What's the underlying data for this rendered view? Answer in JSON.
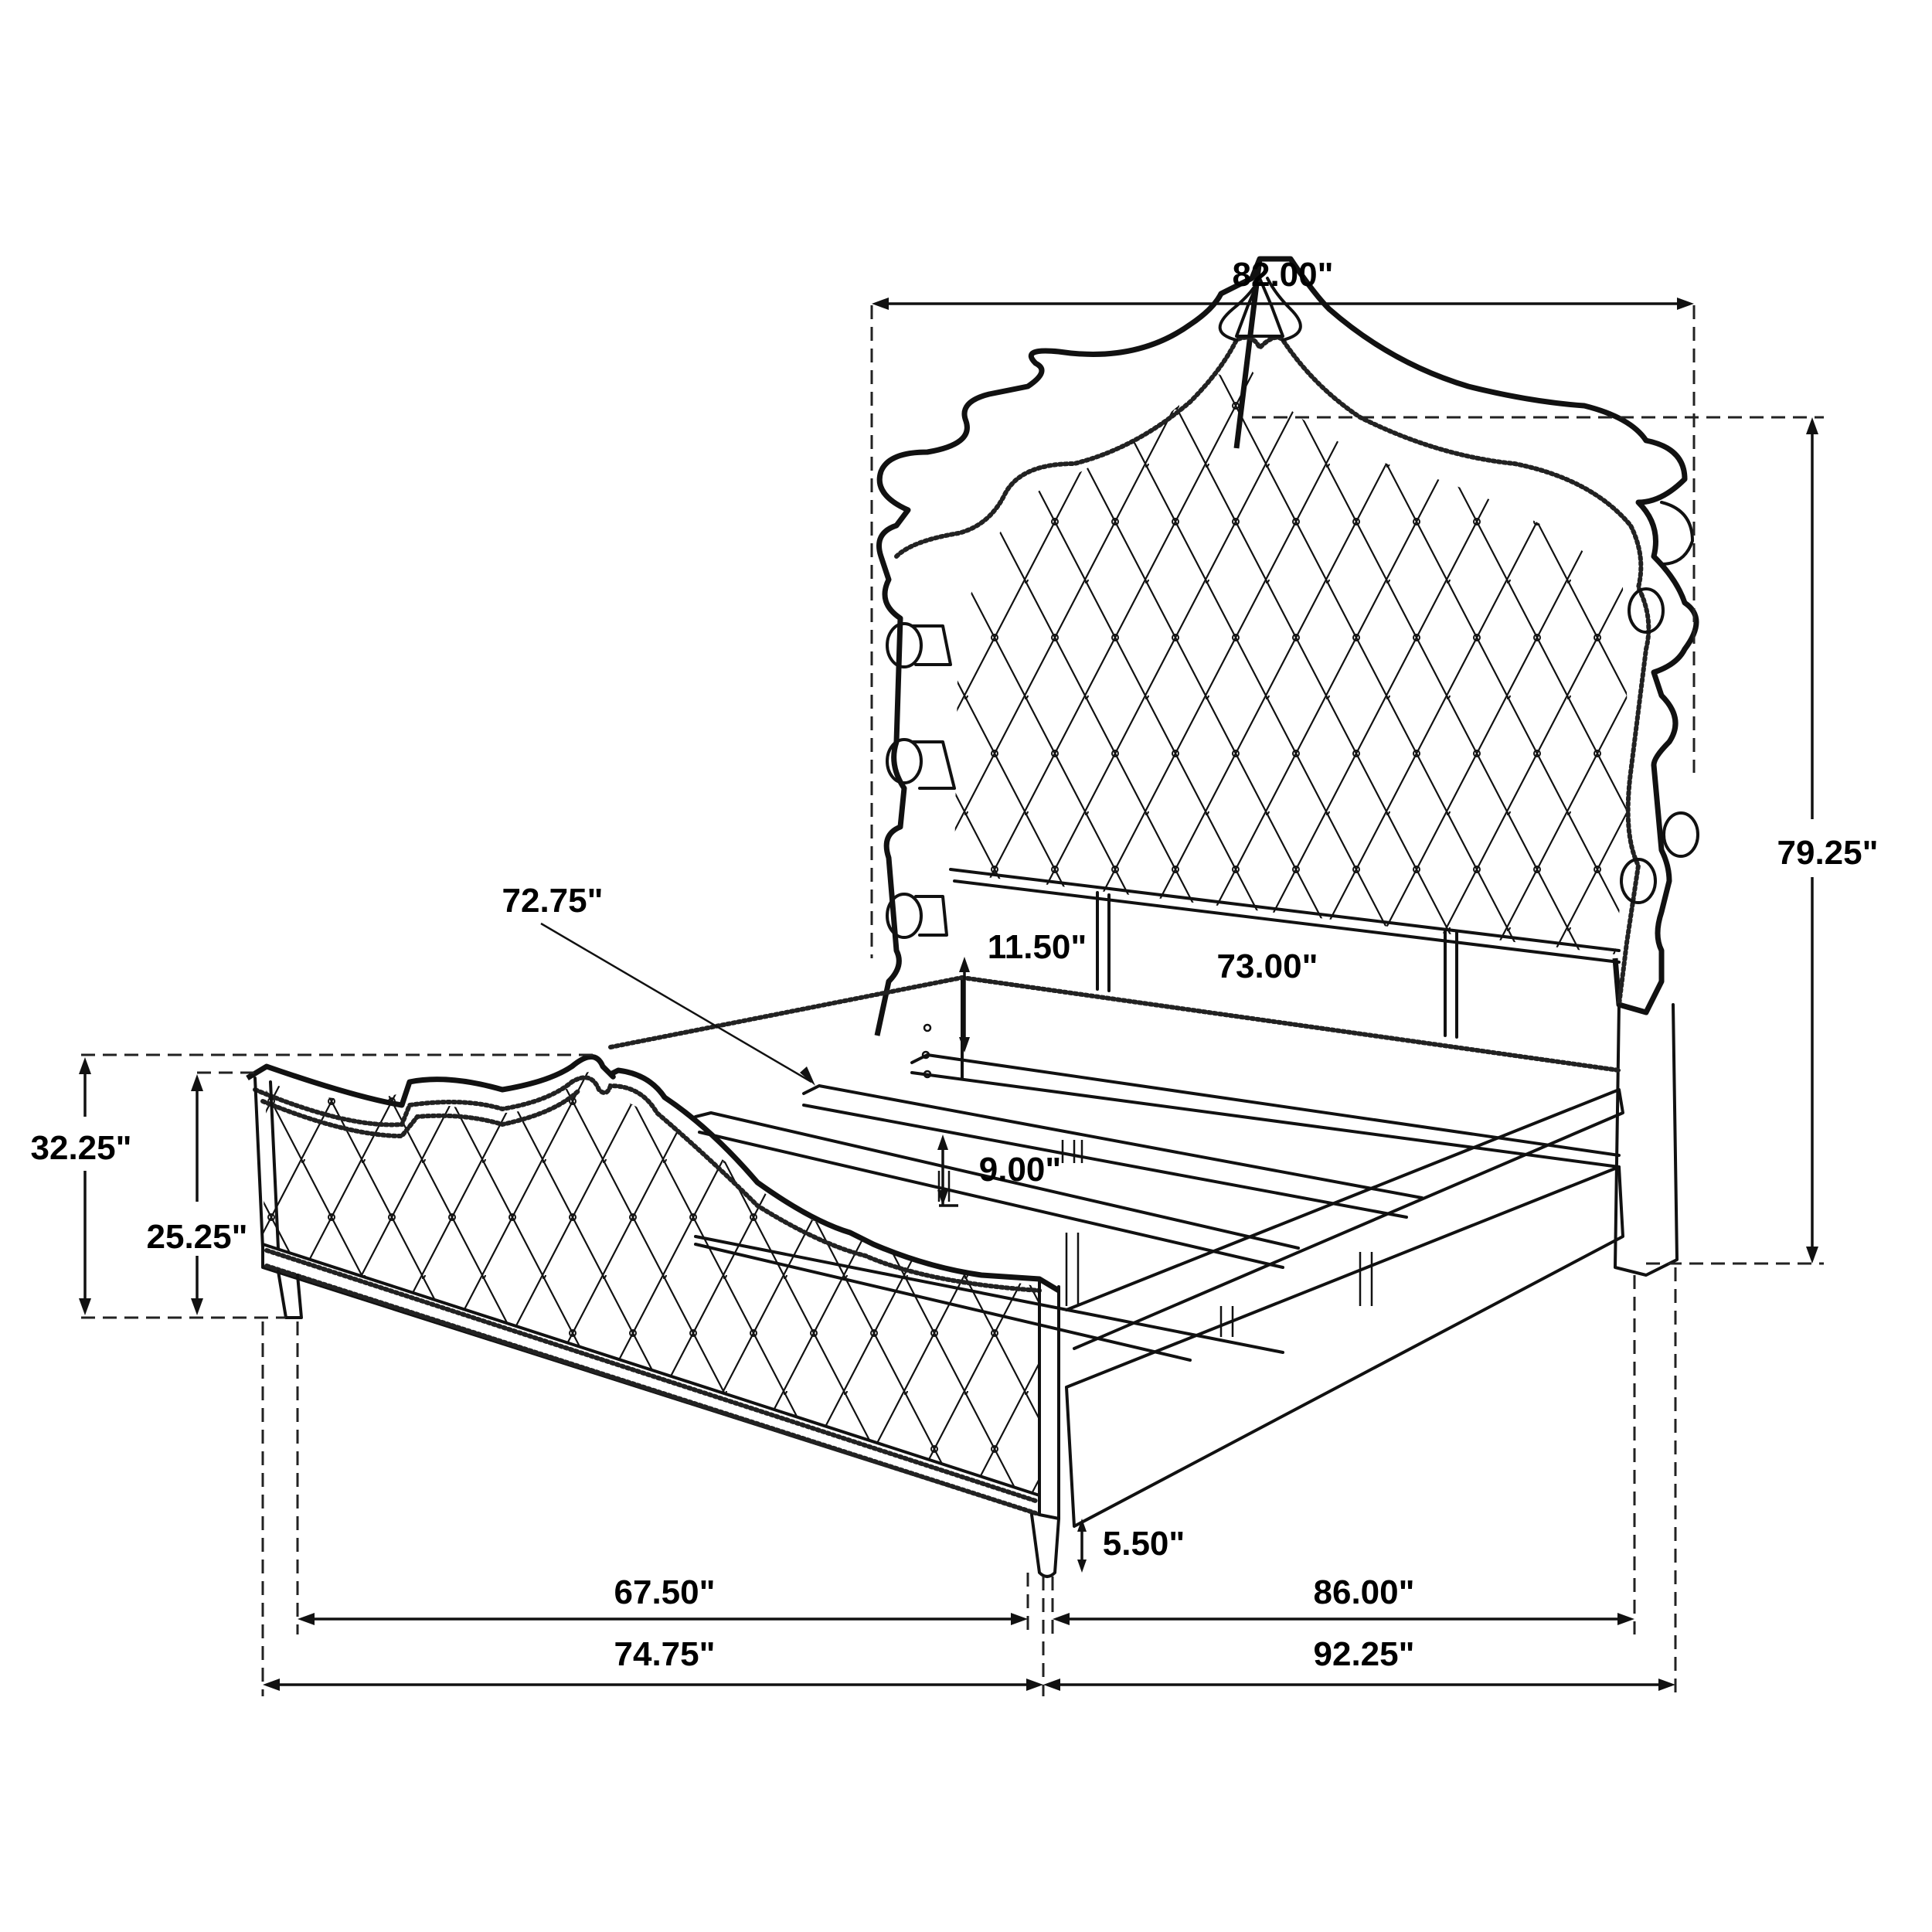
{
  "diagram": {
    "subject": "Upholstered bed with tufted headboard and footboard — dimension drawing",
    "units": "inches",
    "dimensions": {
      "headboard_width": {
        "label": "82.00\"",
        "value": 82.0
      },
      "headboard_height": {
        "label": "79.25\"",
        "value": 79.25
      },
      "footboard_height_total": {
        "label": "32.25\"",
        "value": 32.25
      },
      "footboard_panel_height": {
        "label": "25.25\"",
        "value": 25.25
      },
      "rail_diagonal": {
        "label": "72.75\"",
        "value": 72.75
      },
      "headboard_clearance": {
        "label": "11.50\"",
        "value": 11.5
      },
      "inner_width": {
        "label": "73.00\"",
        "value": 73.0
      },
      "slat_height": {
        "label": "9.00\"",
        "value": 9.0
      },
      "leg_height": {
        "label": "5.50\"",
        "value": 5.5
      },
      "inner_footboard_width": {
        "label": "67.50\"",
        "value": 67.5
      },
      "overall_width": {
        "label": "74.75\"",
        "value": 74.75
      },
      "inner_length": {
        "label": "86.00\"",
        "value": 86.0
      },
      "overall_length": {
        "label": "92.25\"",
        "value": 92.25
      }
    },
    "colors": {
      "line": "#111111",
      "background": "#ffffff"
    }
  }
}
